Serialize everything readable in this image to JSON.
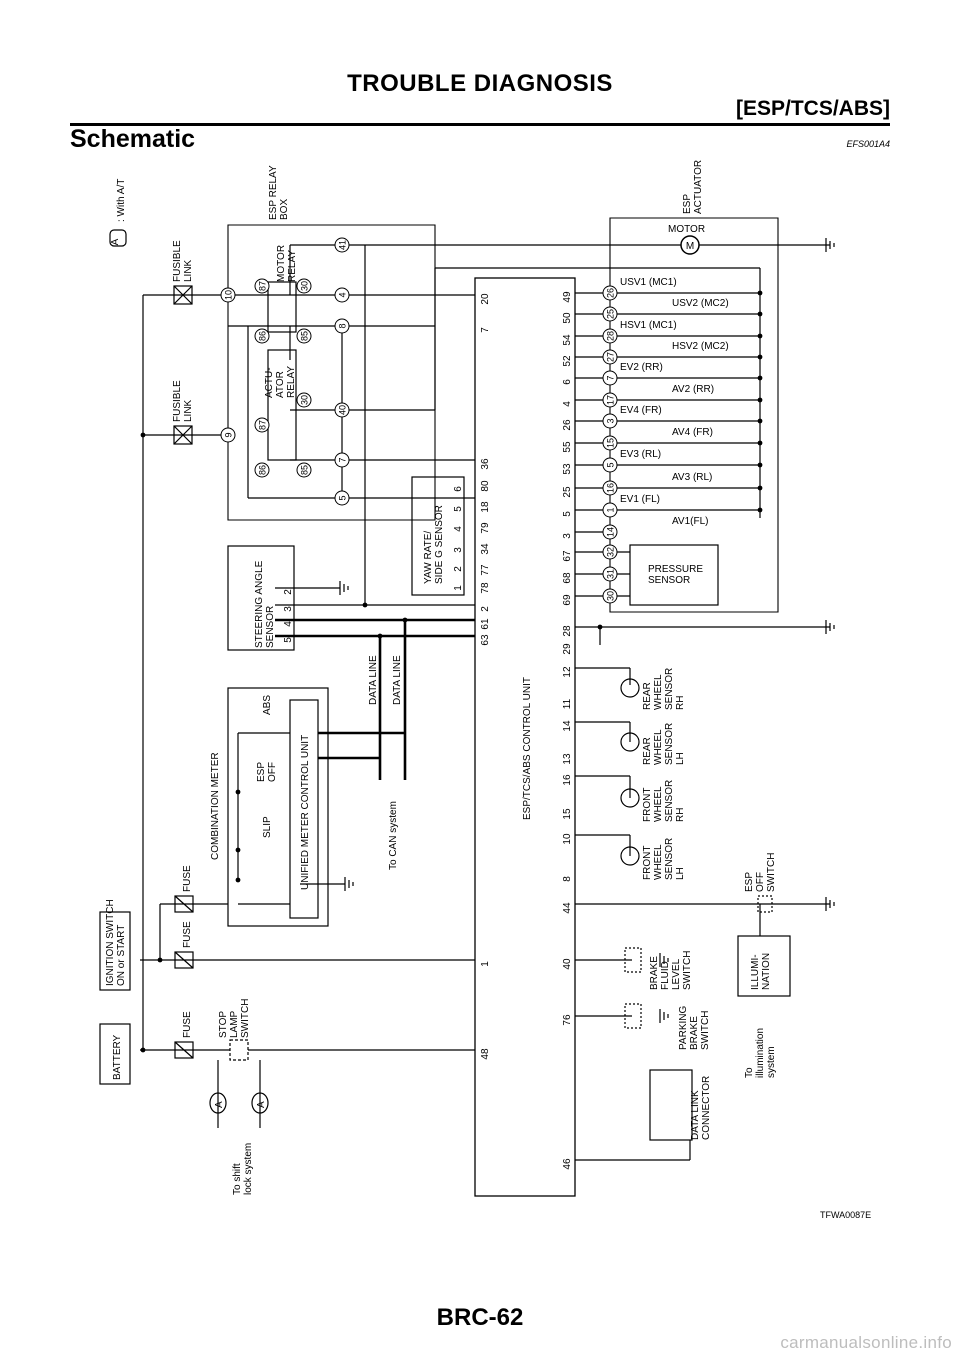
{
  "header": {
    "title": "TROUBLE DIAGNOSIS",
    "subtitle": "[ESP/TCS/ABS]"
  },
  "section": {
    "title": "Schematic",
    "code": "EFS001A4"
  },
  "figure_code": "TFWA0087E",
  "page_number": "BRC-62",
  "watermark": "carmanualsonline.info",
  "legend": {
    "symbol": "A",
    "text": ": With A/T"
  },
  "components": {
    "battery": "BATTERY",
    "ignition": "IGNITION SWITCH\nON or START",
    "fuse": "FUSE",
    "fusible_link": "FUSIBLE\nLINK",
    "stop_lamp": "STOP\nLAMP\nSWITCH",
    "shift_lock": "To shift\nlock system",
    "relay_box": "ESP RELAY\nBOX",
    "motor_relay": "MOTOR\nRELAY",
    "actuator_relay": "ACTU-\nATOR\nRELAY",
    "steering": "STEERING ANGLE\nSENSOR",
    "yaw": "YAW RATE/\nSIDE G SENSOR",
    "combination_meter": "COMBINATION METER",
    "unified_meter": "UNIFIED METER CONTROL UNIT",
    "slip": "SLIP",
    "esp_off_lamp": "ESP\nOFF",
    "abs": "ABS",
    "data_line_1": "DATA LINE",
    "data_line_2": "DATA LINE",
    "can": "To CAN system",
    "control_unit": "ESP/TCS/ABS CONTROL UNIT",
    "esp_actuator": "ESP\nACTUATOR",
    "motor": "MOTOR",
    "motor_symbol": "M",
    "pressure_sensor": "PRESSURE\nSENSOR",
    "rear_rh": "REAR\nWHEEL\nSENSOR\nRH",
    "rear_lh": "REAR\nWHEEL\nSENSOR\nLH",
    "front_rh": "FRONT\nWHEEL\nSENSOR\nRH",
    "front_lh": "FRONT\nWHEEL\nSENSOR\nLH",
    "esp_off_switch": "ESP\nOFF\nSWITCH",
    "brake_fluid": "BRAKE\nFLUID\nLEVEL\nSWITCH",
    "parking_brake": "PARKING\nBRAKE\nSWITCH",
    "illumination": "ILLUMI-\nNATION",
    "to_illumination": "To\nillumination\nsystem",
    "data_link": "DATA LINK\nCONNECTOR"
  },
  "relay_pins": {
    "motor": [
      "87",
      "86",
      "30",
      "85"
    ],
    "actuator": [
      "86",
      "87",
      "30",
      "85"
    ],
    "fusible_1": "10",
    "fusible_2": "9"
  },
  "relay_box_terminals": [
    "41",
    "4",
    "8",
    "40",
    "7",
    "5"
  ],
  "steering_pins": [
    "5",
    "4",
    "3",
    "2"
  ],
  "yaw_pins": [
    "1",
    "2",
    "3",
    "4",
    "5",
    "6"
  ],
  "control_unit_top_pins": [
    "20",
    "7",
    "36",
    "80",
    "18",
    "79",
    "34",
    "77",
    "78",
    "2",
    "61",
    "63"
  ],
  "control_unit_bottom_pins": [
    "49",
    "50",
    "54",
    "52",
    "6",
    "4",
    "26",
    "55",
    "53",
    "25",
    "5",
    "3",
    "67",
    "68",
    "69",
    "28",
    "29",
    "12",
    "11",
    "14",
    "13",
    "16",
    "15",
    "10",
    "8",
    "44",
    "40",
    "76",
    "46"
  ],
  "cu_left_pins": [
    "1",
    "48"
  ],
  "valves": [
    {
      "label": "USV1 (MC1)",
      "circle": "26"
    },
    {
      "label": "USV2 (MC2)",
      "circle": "25"
    },
    {
      "label": "HSV1 (MC1)",
      "circle": "28"
    },
    {
      "label": "HSV2 (MC2)",
      "circle": "27"
    },
    {
      "label": "EV2 (RR)",
      "circle": "7"
    },
    {
      "label": "AV2 (RR)",
      "circle": "17"
    },
    {
      "label": "EV4 (FR)",
      "circle": "3"
    },
    {
      "label": "AV4 (FR)",
      "circle": "15"
    },
    {
      "label": "EV3 (RL)",
      "circle": "5"
    },
    {
      "label": "AV3 (RL)",
      "circle": "16"
    },
    {
      "label": "EV1 (FL)",
      "circle": "1"
    },
    {
      "label": "AV1(FL)",
      "circle": "14"
    }
  ],
  "pressure_circles": [
    "32",
    "31",
    "30"
  ]
}
